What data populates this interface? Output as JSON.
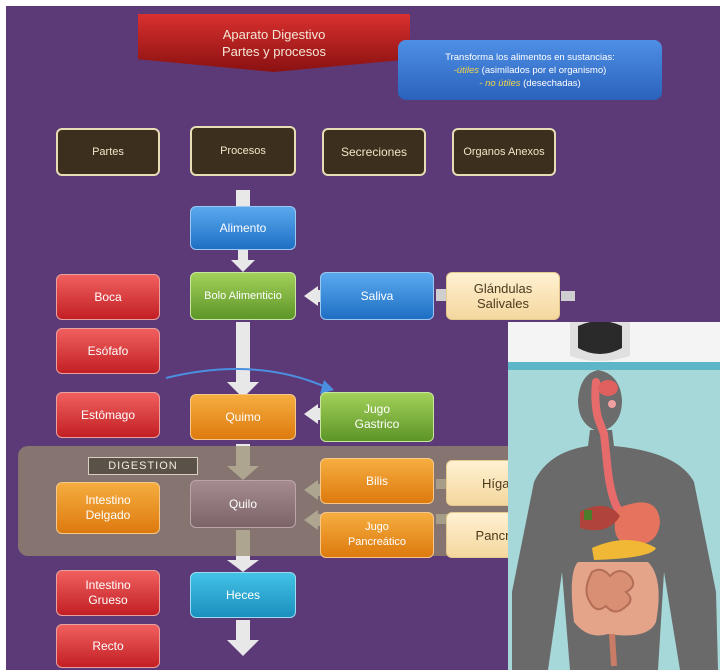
{
  "title": {
    "line1": "Aparato Digestivo",
    "line2": "Partes y procesos"
  },
  "callout": {
    "line1": "Transforma  los alimentos en sustancias:",
    "line2a": "-útiles",
    "line2b": " (asimilados por el organismo)",
    "line3a": "- no útiles",
    "line3b": " (desechadas)"
  },
  "headers": [
    "Partes",
    "Procesos",
    "Secreciones",
    "Organos Anexos"
  ],
  "parts": [
    "Boca",
    "Esófafo",
    "Estômago",
    "Intestino Delgado",
    "Intestino Grueso",
    "Recto"
  ],
  "process": {
    "alimento": "Alimento",
    "bolo": "Bolo Alimenticio",
    "quimo": "Quimo",
    "quilo": "Quilo",
    "heces": "Heces"
  },
  "secretions": {
    "saliva": "Saliva",
    "jugo_gastrico": "Jugo Gastrico",
    "bilis": "Bilis",
    "jugo_pancreatico": "Jugo Pancreático"
  },
  "organs": {
    "glandulas": "Glándulas Salivales",
    "higado": "Hígado",
    "pancreas": "Pancreas"
  },
  "digestion_label": "DIGESTION",
  "colors": {
    "background": "#5c3a78",
    "parts": "#d62c2c",
    "process_blue": "#2f7fd6",
    "bolo_green": "#7db33c",
    "quimo_orange": "#ec8f22",
    "quilo_mauve": "#8e7478",
    "heces_cyan": "#2aa8d6",
    "organ_cream": "#fbe6bb"
  }
}
